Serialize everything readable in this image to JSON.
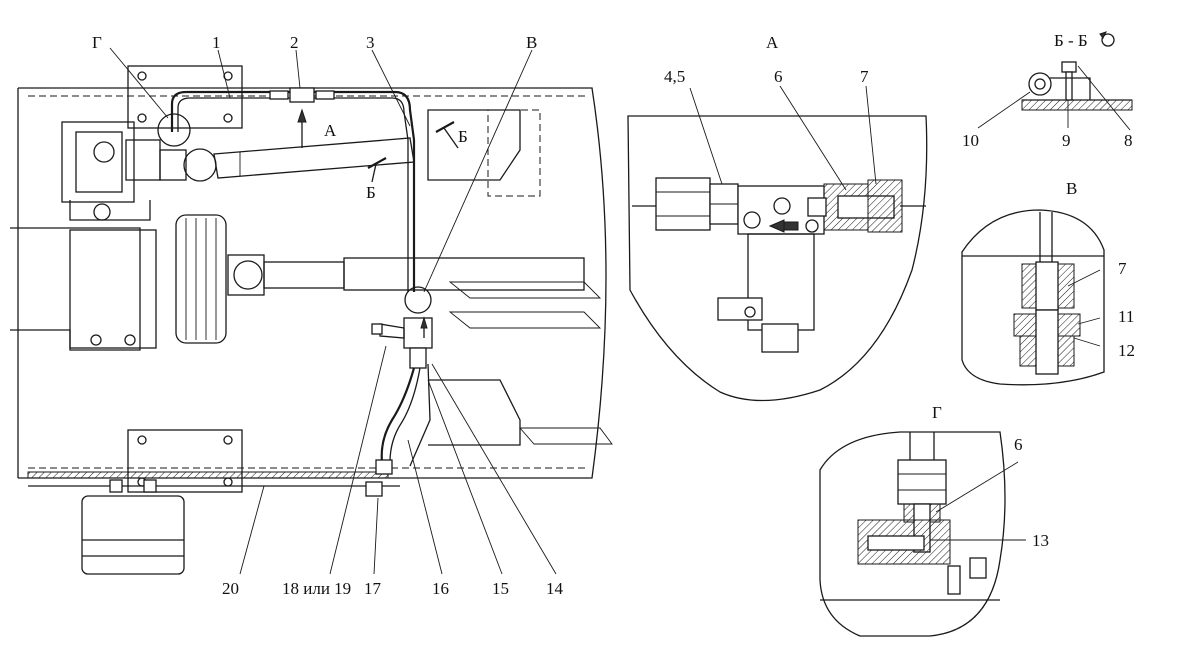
{
  "main_view": {
    "callouts": [
      {
        "text": "Г"
      },
      {
        "text": "1"
      },
      {
        "text": "2"
      },
      {
        "text": "3"
      },
      {
        "text": "В"
      },
      {
        "text": "А"
      },
      {
        "text": "Б"
      },
      {
        "text": "Б"
      },
      {
        "text": "20"
      },
      {
        "text": "18 или 19"
      },
      {
        "text": "17"
      },
      {
        "text": "16"
      },
      {
        "text": "15"
      },
      {
        "text": "14"
      }
    ]
  },
  "view_a": {
    "title": "А",
    "callouts": [
      {
        "text": "4,5"
      },
      {
        "text": "6"
      },
      {
        "text": "7"
      }
    ]
  },
  "section_bb": {
    "title": "Б - Б",
    "callouts": [
      {
        "text": "10"
      },
      {
        "text": "9"
      },
      {
        "text": "8"
      }
    ]
  },
  "view_v": {
    "title": "В",
    "callouts": [
      {
        "text": "7"
      },
      {
        "text": "11"
      },
      {
        "text": "12"
      }
    ]
  },
  "view_g": {
    "title": "Г",
    "callouts": [
      {
        "text": "6"
      },
      {
        "text": "13"
      }
    ]
  },
  "icons": {
    "rotation_symbol": "circle-arrow-icon",
    "flow_arrow": "arrow-left-icon",
    "flow_arrow_main": "arrow-up-icon"
  }
}
